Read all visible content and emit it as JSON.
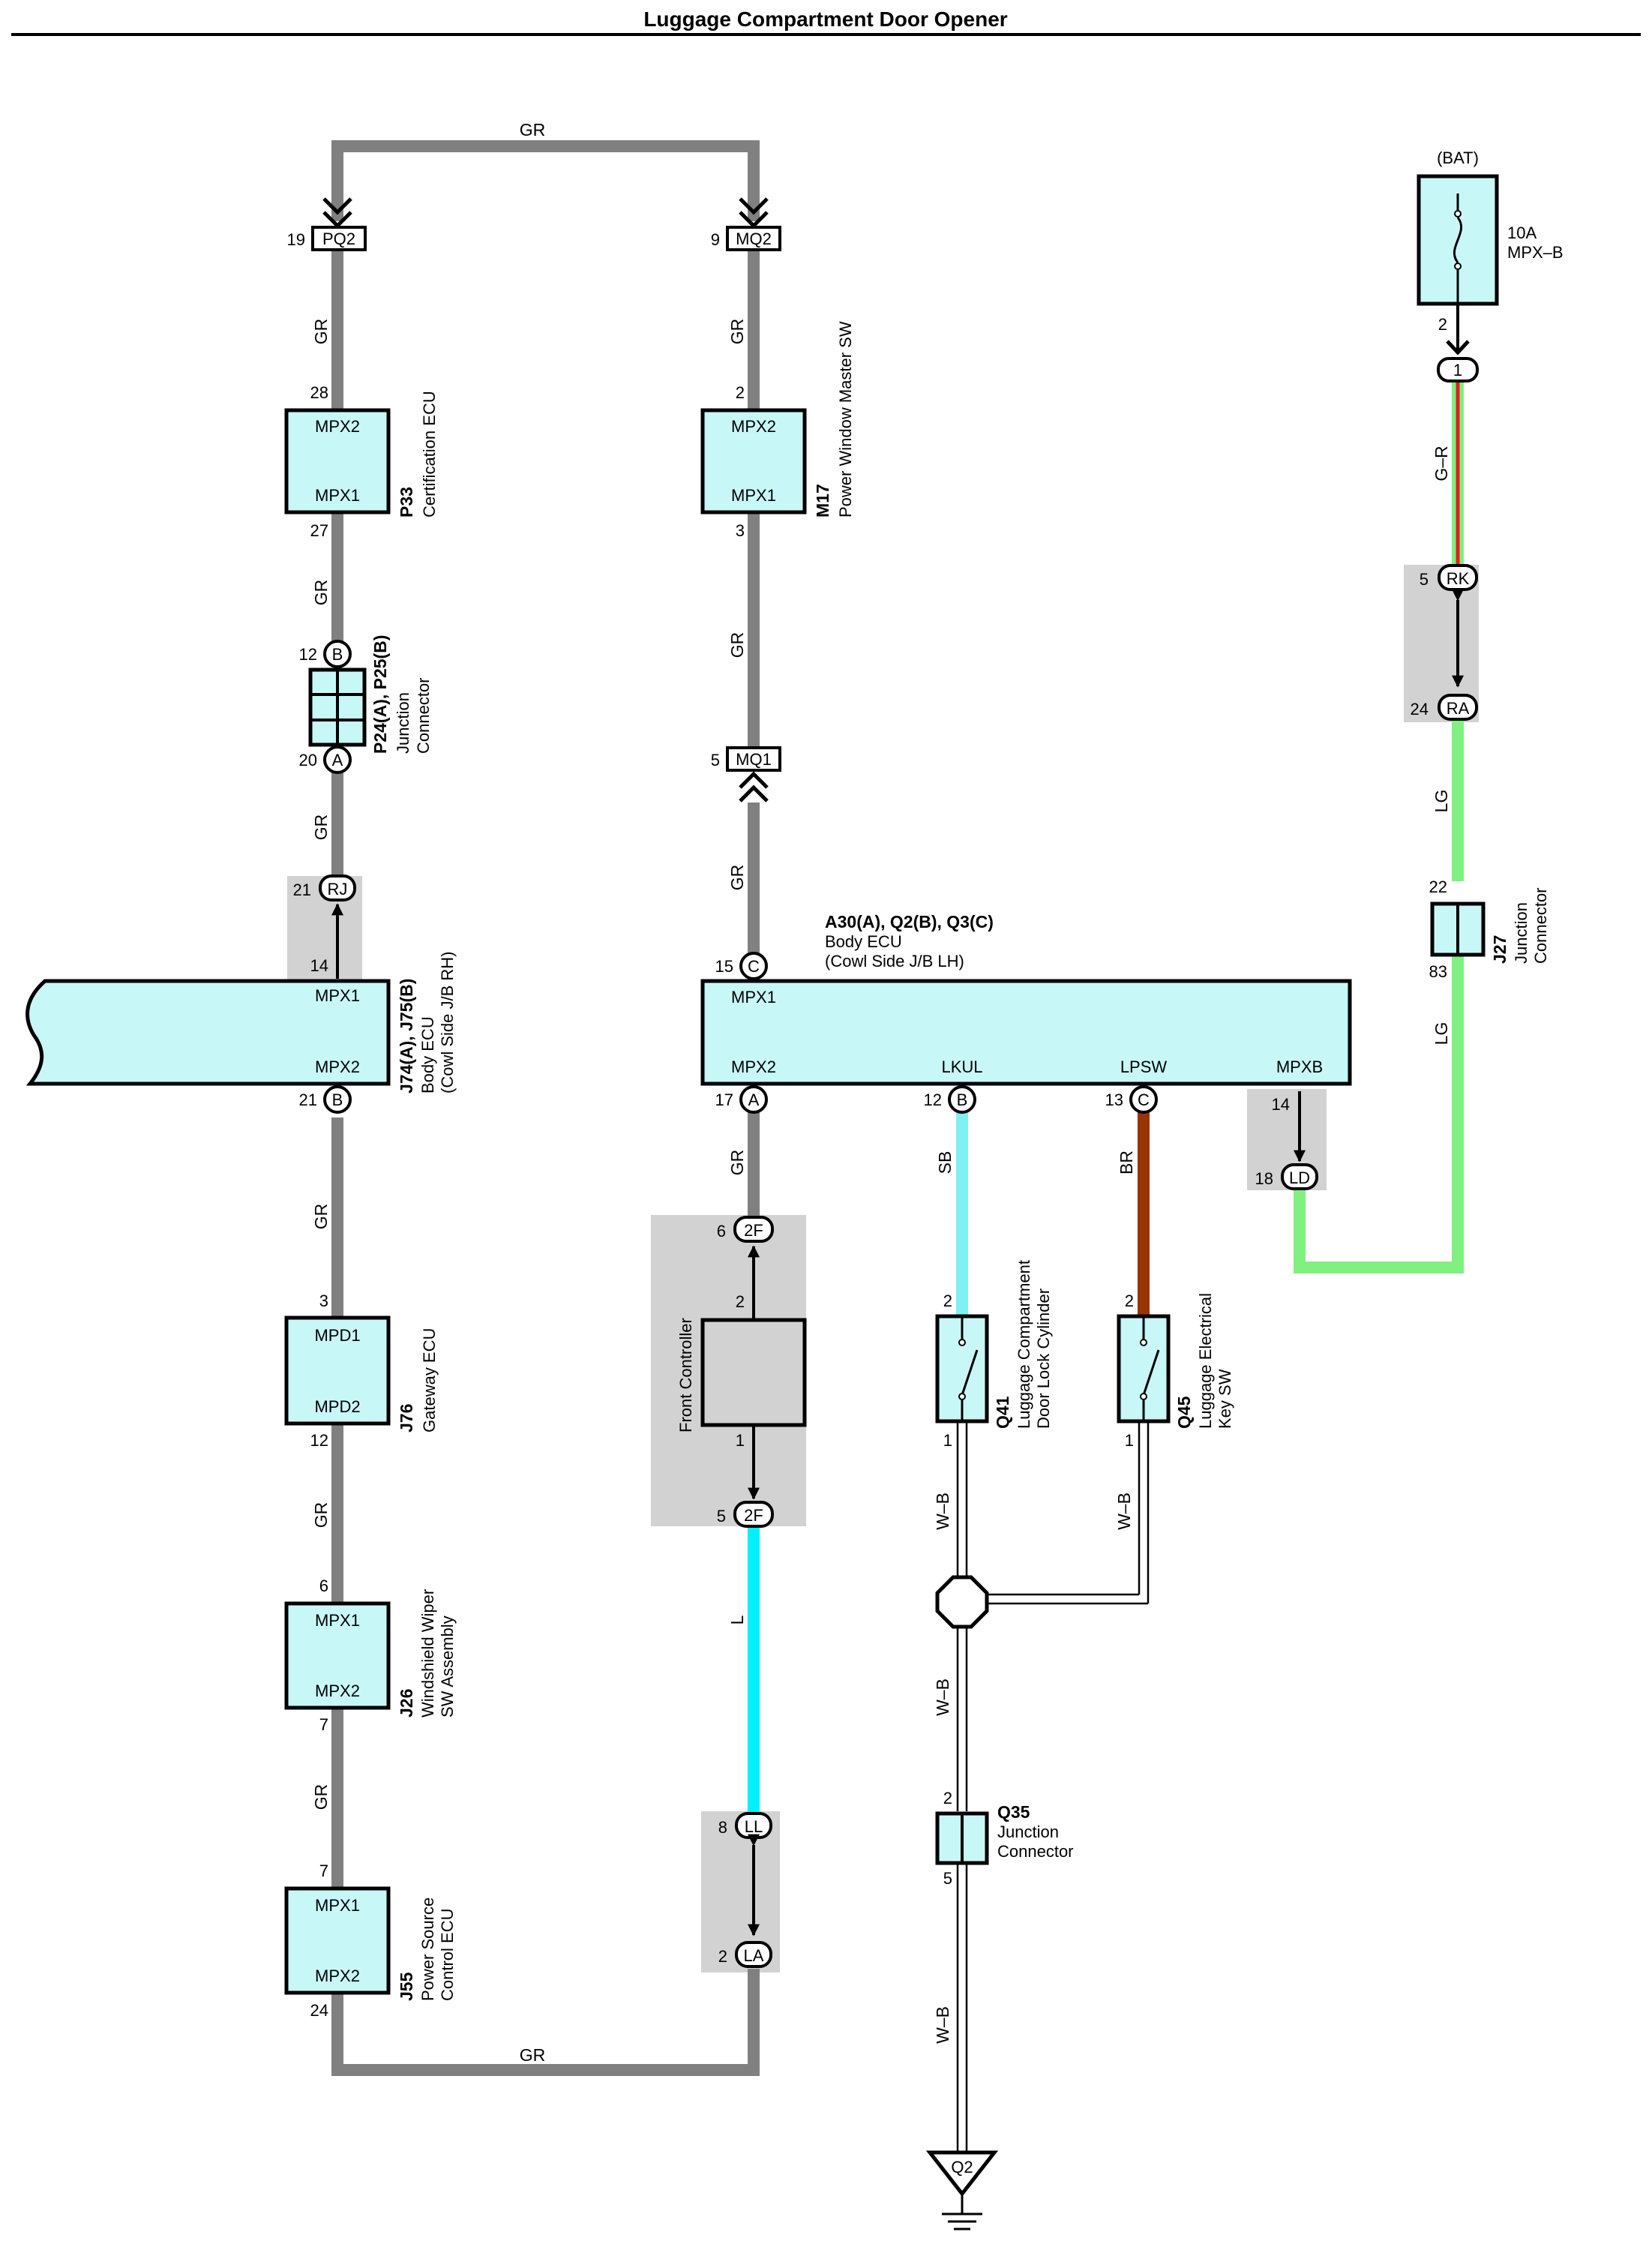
{
  "title": "Luggage Compartment Door Opener",
  "colors": {
    "GR": "#808080",
    "SB": "#7ef1f3",
    "BR": "#993300",
    "LG": "#80f080",
    "L": "#00f0ff",
    "component_fill": "#c8f7f7",
    "junction_shade": "#d2d2d2"
  },
  "wire_labels": {
    "gr": "GR",
    "sb": "SB",
    "br": "BR",
    "lg": "LG",
    "l": "L",
    "wb": "W–B",
    "gr_red": "G–R"
  },
  "power": {
    "source": "(BAT)",
    "fuse_rating": "10A",
    "fuse_name": "MPX–B",
    "fuse_pin": "2",
    "conn_pin": "1"
  },
  "connectors": {
    "pq2": {
      "name": "PQ2",
      "pin": "19"
    },
    "mq2": {
      "name": "MQ2",
      "pin": "9"
    },
    "mq1": {
      "name": "MQ1",
      "pin": "5"
    },
    "rk": {
      "name": "RK",
      "pin": "5"
    },
    "ra": {
      "name": "RA",
      "pin": "24"
    },
    "rj": {
      "name": "RJ",
      "pin": "21",
      "inner_pin": "14"
    },
    "ld": {
      "name": "LD",
      "pin": "18",
      "inner_pin": "14"
    },
    "fc_top": {
      "name": "2F",
      "pin": "6"
    },
    "fc_bot": {
      "name": "2F",
      "pin": "5"
    },
    "ll": {
      "name": "LL",
      "pin": "8"
    },
    "la": {
      "name": "LA",
      "pin": "2"
    }
  },
  "components": {
    "p33": {
      "id": "P33",
      "name": "Certification ECU",
      "t1": "MPX2",
      "t2": "MPX1",
      "p1": "28",
      "p2": "27"
    },
    "m17": {
      "id": "M17",
      "name": "Power Window Master SW",
      "t1": "MPX2",
      "t2": "MPX1",
      "p1": "2",
      "p2": "3"
    },
    "p24": {
      "id": "P24(A), P25(B)",
      "name1": "Junction",
      "name2": "Connector",
      "p1": "12",
      "c1": "B",
      "p2": "20",
      "c2": "A"
    },
    "j74": {
      "id": "J74(A), J75(B)",
      "name1": "Body ECU",
      "name2": "(Cowl Side J/B RH)",
      "t1": "MPX1",
      "t2": "MPX2",
      "p2": "21",
      "c2": "B"
    },
    "a30": {
      "id": "A30(A), Q2(B), Q3(C)",
      "name1": "Body ECU",
      "name2": "(Cowl Side J/B LH)",
      "t_top": "MPX1",
      "p_top": "15",
      "c_top": "C",
      "terms": [
        {
          "t": "MPX2",
          "p": "17",
          "c": "A"
        },
        {
          "t": "LKUL",
          "p": "12",
          "c": "B"
        },
        {
          "t": "LPSW",
          "p": "13",
          "c": "C"
        },
        {
          "t": "MPXB"
        }
      ]
    },
    "j27": {
      "id": "J27",
      "name1": "Junction",
      "name2": "Connector",
      "p1": "22",
      "p2": "83"
    },
    "j76": {
      "id": "J76",
      "name": "Gateway ECU",
      "t1": "MPD1",
      "t2": "MPD2",
      "p1": "3",
      "p2": "12"
    },
    "front": {
      "name": "Front Controller",
      "p1": "2",
      "p2": "1"
    },
    "q41": {
      "id": "Q41",
      "name1": "Luggage Compartment",
      "name2": "Door Lock Cylinder",
      "p1": "2",
      "p2": "1"
    },
    "q45": {
      "id": "Q45",
      "name1": "Luggage Electrical",
      "name2": "Key SW",
      "p1": "2",
      "p2": "1"
    },
    "j26": {
      "id": "J26",
      "name1": "Windshield Wiper",
      "name2": "SW Assembly",
      "t1": "MPX1",
      "t2": "MPX2",
      "p1": "6",
      "p2": "7"
    },
    "j55": {
      "id": "J55",
      "name1": "Power Source",
      "name2": "Control ECU",
      "t1": "MPX1",
      "t2": "MPX2",
      "p1": "7",
      "p2": "24"
    },
    "q35": {
      "id": "Q35",
      "name1": "Junction",
      "name2": "Connector",
      "p1": "2",
      "p2": "5"
    },
    "ground": {
      "name": "Q2"
    }
  }
}
